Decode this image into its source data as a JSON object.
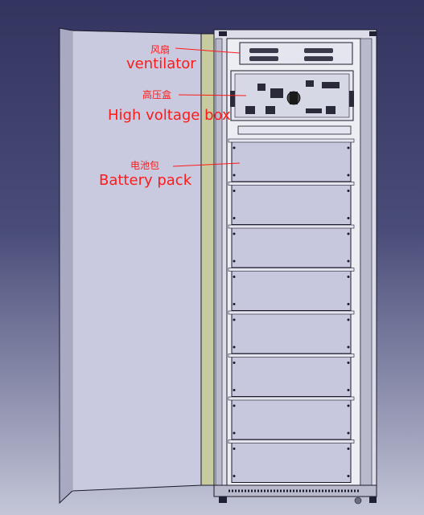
{
  "labels": {
    "ventilator_cn": "风扇",
    "ventilator_en": "ventilator",
    "hv_box_cn": "高压盒",
    "hv_box_en": "High voltage box",
    "battery_cn": "电池包",
    "battery_en": "Battery pack"
  },
  "colors": {
    "annotation": "#ff1a1a",
    "background_top": "#33345f",
    "background_bottom": "#c4c6d8",
    "door": "#c9cae0",
    "frame": "#dcdde8",
    "door_seal": "#c8caa0",
    "battery_module": "#c7c8dd"
  },
  "battery_pack_count": 8
}
